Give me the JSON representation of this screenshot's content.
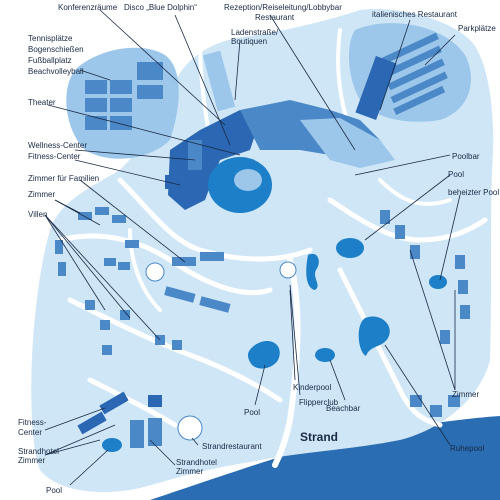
{
  "colors": {
    "sea": "#2a6db2",
    "land": "#cfe6f7",
    "paths": "#ffffff",
    "buildings_dark": "#2b67b2",
    "buildings_mid": "#4b88c8",
    "buildings_light": "#9cc7ea",
    "pool_water": "#1c7fc7",
    "label_text": "#1a2a44"
  },
  "labels": {
    "konferenzraeume": "Konferenzräume",
    "disco": "Disco „Blue Dolphin“",
    "rezeption": "Rezeption/Reiseleitung/Lobbybar",
    "restaurant": "Restaurant",
    "italienisches_restaurant": "italienisches Restaurant",
    "parkplaetze": "Parkplätze",
    "tennisplaetze": "Tennisplätze",
    "bogenschiessen": "Bogenschießen",
    "fussballplatz": "Fußballplatz",
    "beachvolleyball": "Beachvolleyball",
    "ladenstrasse": "Ladenstraße/",
    "boutiquen": "Boutiquen",
    "theater": "Theater",
    "wellness_center": "Wellness-Center",
    "fitness_center_main": "Fitness-Center",
    "poolbar": "Poolbar",
    "zimmer_familien": "Zimmer für Familien",
    "pool_right": "Pool",
    "beheizter_pool": "beheizter Pool",
    "zimmer_left": "Zimmer",
    "villen": "Villen",
    "kinderpool": "Kinderpool",
    "flipperclub": "Flipperclub",
    "pool_center": "Pool",
    "beachbar": "Beachbar",
    "zimmer_right": "Zimmer",
    "ruhepool": "Ruhepool",
    "strand": "Strand",
    "strandrestaurant": "Strandrestaurant",
    "fitness_center_beach_1": "Fitness-",
    "fitness_center_beach_2": "Center",
    "strandhotel_left_1": "Strandhotel",
    "strandhotel_left_2": "Zimmer",
    "strandhotel_right_1": "Strandhotel",
    "strandhotel_right_2": "Zimmer",
    "pool_bottom": "Pool"
  }
}
